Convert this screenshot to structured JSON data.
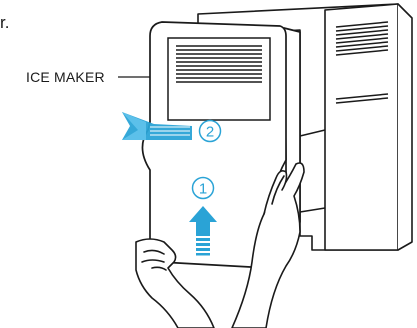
{
  "heading_fragment": "r.",
  "callout": {
    "label": "ICE MAKER"
  },
  "steps": [
    {
      "number": "2",
      "direction": "left"
    },
    {
      "number": "1",
      "direction": "up"
    }
  ],
  "colors": {
    "line": "#1a1a1a",
    "accent": "#2aa3d6",
    "background": "#ffffff"
  }
}
